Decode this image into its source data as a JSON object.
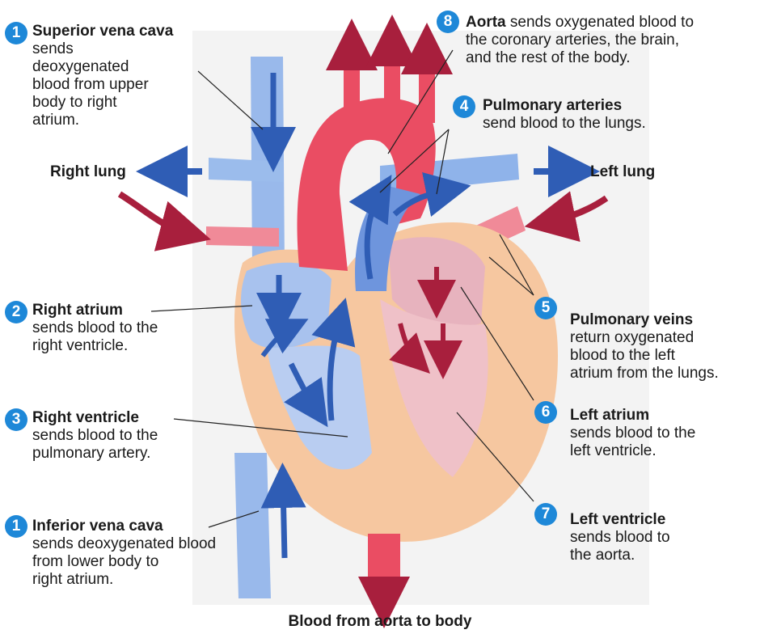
{
  "colors": {
    "badge": "#1e88d8",
    "deoxygenated": "#3d6fc4",
    "oxygenated": "#e0394f",
    "heart_wall": "#f6c7a0",
    "background_panel": "#f1f1f1"
  },
  "lungs": {
    "right": "Right lung",
    "left": "Left lung"
  },
  "steps": [
    {
      "id": "svc",
      "number": "1",
      "title": "Superior vena cava",
      "line1": "sends",
      "line2": "deoxygenated",
      "line3": "blood from upper",
      "line4": "body to right",
      "line5": "atrium."
    },
    {
      "id": "ra",
      "number": "2",
      "title": "Right atrium",
      "line1": "sends blood to the",
      "line2": "right ventricle."
    },
    {
      "id": "rv",
      "number": "3",
      "title": "Right ventricle",
      "line1": "sends blood to the",
      "line2": "pulmonary artery."
    },
    {
      "id": "ivc",
      "number": "1",
      "title": "Inferior vena cava",
      "line1": "sends deoxygenated blood",
      "line2": "from lower body to",
      "line3": "right atrium."
    },
    {
      "id": "pa",
      "number": "4",
      "title": "Pulmonary arteries",
      "line1": "send blood to the lungs."
    },
    {
      "id": "pv",
      "number": "5",
      "title": "Pulmonary veins",
      "line1": "return oxygenated",
      "line2": "blood to the left",
      "line3": "atrium from the lungs."
    },
    {
      "id": "la",
      "number": "6",
      "title": "Left atrium",
      "line1": "sends blood to the",
      "line2": "left ventricle."
    },
    {
      "id": "lv",
      "number": "7",
      "title": "Left ventricle",
      "line1": "sends blood to",
      "line2": "the aorta."
    },
    {
      "id": "ao",
      "number": "8",
      "title": "Aorta",
      "title_suffix": " sends oxygenated blood to",
      "line1": "the coronary arteries, the brain,",
      "line2": "and the rest of the body."
    }
  ],
  "bottom_caption": "Blood from aorta to body"
}
